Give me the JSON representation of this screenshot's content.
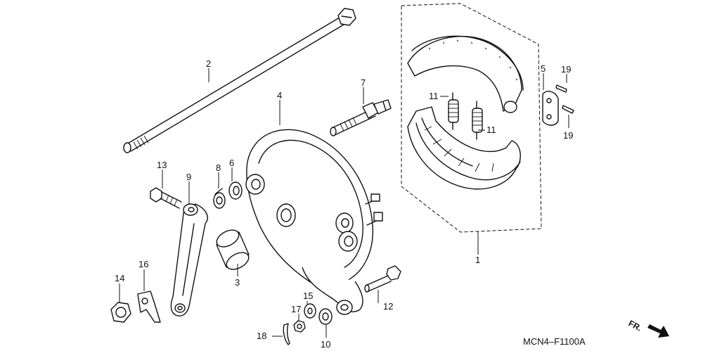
{
  "diagram": {
    "code": "MCN4–F1100A",
    "direction_label": "FR."
  },
  "callouts": [
    {
      "id": "c1",
      "text": "1"
    },
    {
      "id": "c2",
      "text": "2"
    },
    {
      "id": "c3",
      "text": "3"
    },
    {
      "id": "c4",
      "text": "4"
    },
    {
      "id": "c5",
      "text": "5"
    },
    {
      "id": "c6",
      "text": "6"
    },
    {
      "id": "c7",
      "text": "7"
    },
    {
      "id": "c8",
      "text": "8"
    },
    {
      "id": "c9",
      "text": "9"
    },
    {
      "id": "c10",
      "text": "10"
    },
    {
      "id": "c11a",
      "text": "11"
    },
    {
      "id": "c11b",
      "text": "11"
    },
    {
      "id": "c12",
      "text": "12"
    },
    {
      "id": "c13",
      "text": "13"
    },
    {
      "id": "c14",
      "text": "14"
    },
    {
      "id": "c15",
      "text": "15"
    },
    {
      "id": "c16",
      "text": "16"
    },
    {
      "id": "c17",
      "text": "17"
    },
    {
      "id": "c18",
      "text": "18"
    },
    {
      "id": "c19a",
      "text": "19"
    },
    {
      "id": "c19b",
      "text": "19"
    }
  ]
}
